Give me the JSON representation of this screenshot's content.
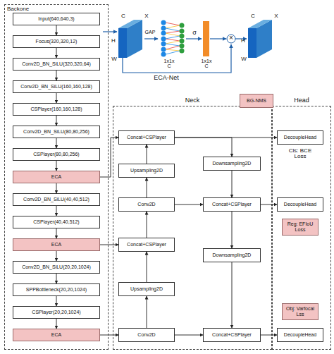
{
  "diagram": {
    "nodes": [
      {
        "text": [
          "Backone"
        ]
      },
      {
        "text": [
          "Input(640,640,3)"
        ],
        "in": 0
      },
      {
        "text": [
          "Focus(320,320,12)"
        ],
        "in": 0
      },
      {
        "text": [
          "Conv2D_BN_SiLU(320,320,64)"
        ],
        "in": 0
      },
      {
        "text": [
          "Conv2D_BN_SiLU(160,160,128)"
        ],
        "in": 0
      },
      {
        "text": [
          "CSPlayer(160,160,128)"
        ],
        "in": 0
      },
      {
        "text": [
          "Conv2D_BN_SiLU(80,80,256)"
        ],
        "in": 0
      },
      {
        "text": [
          "CSPlayer(80,80,256)"
        ],
        "in": 0
      },
      {
        "text": [
          "ECA"
        ],
        "in": 0
      },
      {
        "text": [
          "Conv2D_BN_SiLU(40,40,512)"
        ],
        "in": 0
      },
      {
        "text": [
          "CSPlayer(40,40,512)"
        ],
        "in": 0
      },
      {
        "text": [
          "ECA"
        ],
        "in": 0
      },
      {
        "text": [
          "Conv2D_BN_SiLU(20,20,1024)"
        ],
        "in": 0
      },
      {
        "text": [
          "SPPBottleneck(20,20,1024)"
        ],
        "in": 0
      },
      {
        "text": [
          "CSPlayer(20,20,1024)"
        ],
        "in": 0
      },
      {
        "text": [
          "ECA"
        ],
        "in": 0
      },
      {
        "text": [
          "BG-NMS"
        ]
      },
      {
        "text": [
          "Neck"
        ]
      },
      {
        "text": [
          "Concat+CSPlayer"
        ],
        "in": 17
      },
      {
        "text": [
          "Downsampling2D"
        ],
        "in": 17
      },
      {
        "text": [
          "Upsampling2D"
        ],
        "in": 17
      },
      {
        "text": [
          "Conv2D"
        ],
        "in": 17
      },
      {
        "text": [
          "Concat+CSPlayer"
        ],
        "in": 17
      },
      {
        "text": [
          "Concat+CSPlayer"
        ],
        "in": 17
      },
      {
        "text": [
          "Downsampling2D"
        ],
        "in": 17
      },
      {
        "text": [
          "Upsampling2D"
        ],
        "in": 17
      },
      {
        "text": [
          "Conv2D"
        ],
        "in": 17
      },
      {
        "text": [
          "Concat+CSPlayer"
        ],
        "in": 17
      },
      {
        "text": [
          "Head"
        ]
      },
      {
        "text": [
          "DecoupleHead"
        ],
        "in": 28
      },
      {
        "text": [
          "DecoupleHead"
        ],
        "in": 28
      },
      {
        "text": [
          "Reg: EFIoU Loss"
        ],
        "in": 28
      },
      {
        "text": [
          "Obj: Varfocal Lss"
        ],
        "in": 28
      },
      {
        "text": [
          "DecoupleHead"
        ],
        "in": 28
      }
    ],
    "edges": [
      {
        "from": 1,
        "to": 2,
        "arrow": "to"
      },
      {
        "from": 2,
        "to": 3,
        "arrow": "to"
      },
      {
        "from": 3,
        "to": 4,
        "arrow": "to"
      },
      {
        "from": 4,
        "to": 5,
        "arrow": "to"
      },
      {
        "from": 5,
        "to": 6,
        "arrow": "to"
      },
      {
        "from": 6,
        "to": 7,
        "arrow": "to"
      },
      {
        "from": 7,
        "to": 8,
        "arrow": "to"
      },
      {
        "from": 8,
        "to": 9,
        "arrow": "to"
      },
      {
        "from": 9,
        "to": 10,
        "arrow": "to"
      },
      {
        "from": 10,
        "to": 11,
        "arrow": "to"
      },
      {
        "from": 11,
        "to": 12,
        "arrow": "to"
      },
      {
        "from": 12,
        "to": 13,
        "arrow": "to"
      },
      {
        "from": 13,
        "to": 14,
        "arrow": "to"
      },
      {
        "from": 14,
        "to": 15,
        "arrow": "to"
      },
      {
        "from": 8,
        "to": 18,
        "arrow": "to"
      },
      {
        "from": 11,
        "to": 23,
        "arrow": "to"
      },
      {
        "from": 15,
        "to": 26,
        "arrow": "to"
      },
      {
        "from": 26,
        "to": 25,
        "arrow": "to"
      },
      {
        "from": 25,
        "to": 23,
        "arrow": "to"
      },
      {
        "from": 23,
        "to": 21,
        "arrow": "to"
      },
      {
        "from": 21,
        "to": 20,
        "arrow": "to"
      },
      {
        "from": 20,
        "to": 18,
        "arrow": "to"
      },
      {
        "from": 18,
        "to": 19,
        "arrow": "to"
      },
      {
        "from": 18,
        "to": 29,
        "arrow": "to"
      },
      {
        "from": 19,
        "to": 22,
        "arrow": "to"
      },
      {
        "from": 21,
        "to": 22,
        "arrow": "to"
      },
      {
        "from": 22,
        "to": 30,
        "arrow": "to"
      },
      {
        "from": 22,
        "to": 24,
        "arrow": "to"
      },
      {
        "from": 24,
        "to": 27,
        "arrow": "to"
      },
      {
        "from": 26,
        "to": 27,
        "arrow": "to"
      },
      {
        "from": 27,
        "to": 33,
        "arrow": "to"
      }
    ],
    "labels": [
      "C",
      "X",
      "H",
      "W",
      "GAP",
      "1x1x C",
      "σ",
      "1x1x C",
      "×",
      "C",
      "X",
      "H",
      "W",
      "ECA-Net",
      "Cls: BCE Loss"
    ]
  }
}
